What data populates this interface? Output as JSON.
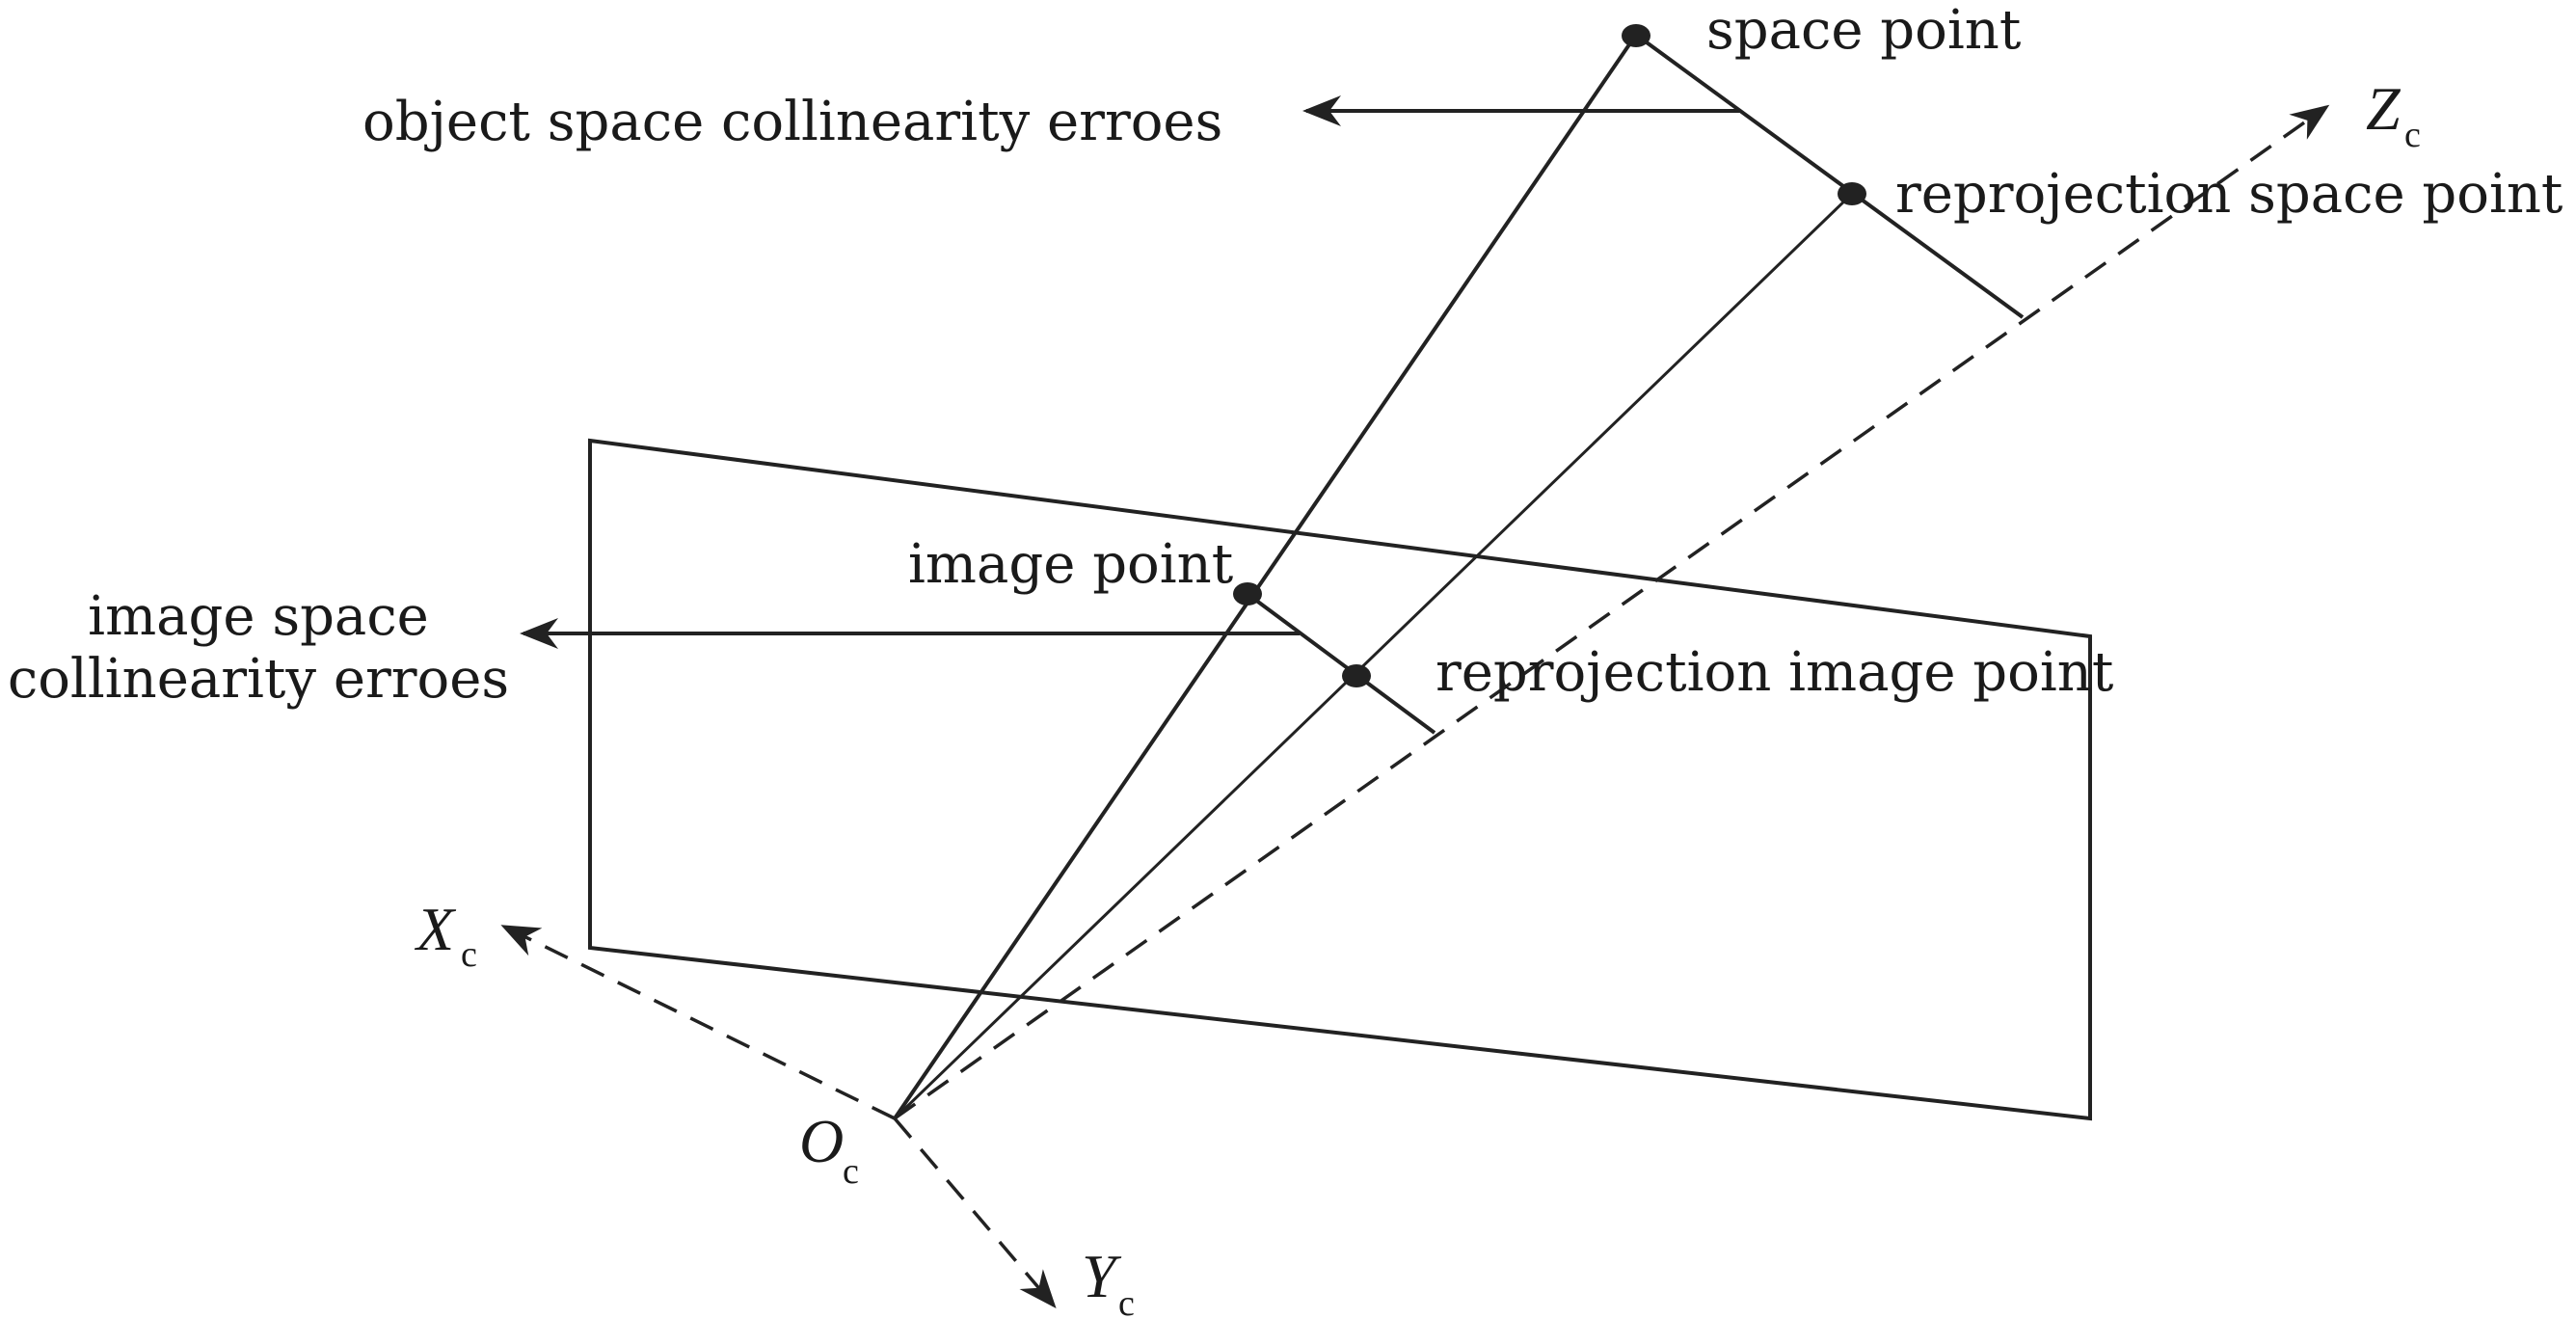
{
  "labels": {
    "space_point": "space point",
    "object_space_error": "object space collinearity erroes",
    "reprojection_space_point": "reprojection space point",
    "image_point": "image point",
    "image_space_error_line1": "image space",
    "image_space_error_line2": "collinearity erroes",
    "reprojection_image_point": "reprojection image point"
  },
  "axes": {
    "x": {
      "name": "X",
      "sub": "c"
    },
    "y": {
      "name": "Y",
      "sub": "c"
    },
    "z": {
      "name": "Z",
      "sub": "c"
    },
    "origin": {
      "name": "O",
      "sub": "c"
    }
  },
  "colors": {
    "ink": "#222222",
    "background": "#ffffff"
  }
}
